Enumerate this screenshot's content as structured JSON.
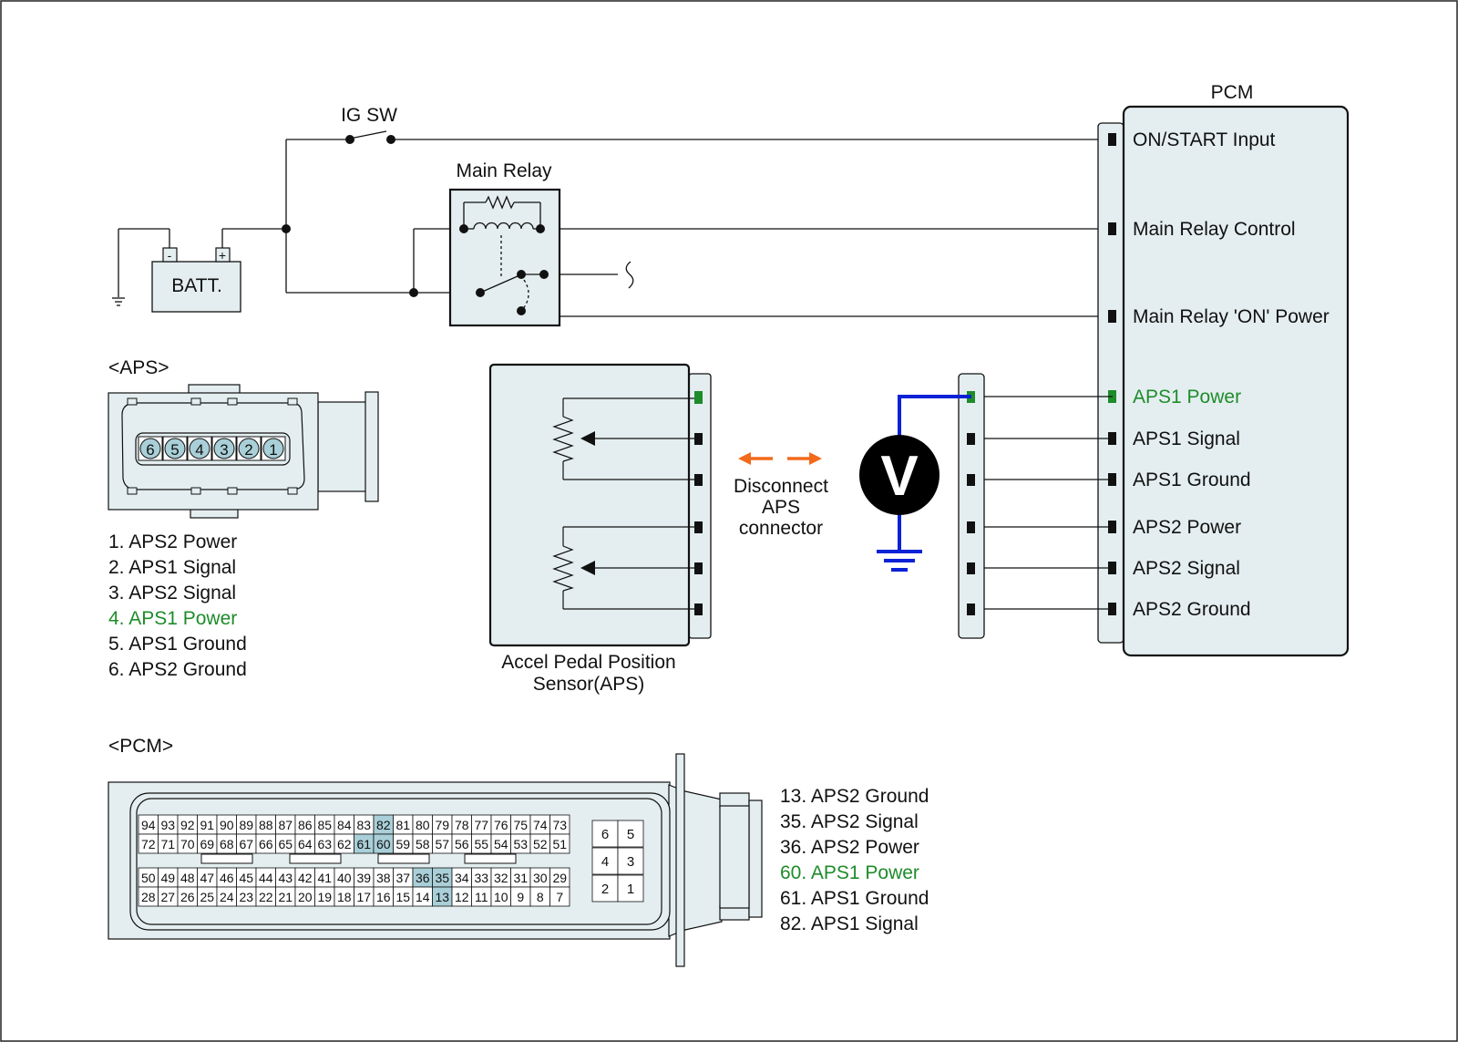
{
  "colors": {
    "line": "#111111",
    "panel": "#e4eef0",
    "pin_highlight": "#a9cfd8",
    "green": "#1e8c2a",
    "blue": "#0a22d6",
    "orange": "#f26a1b"
  },
  "power": {
    "ig_sw": "IG SW",
    "battery": "BATT.",
    "battery_minus": "-",
    "battery_plus": "+",
    "main_relay": "Main Relay"
  },
  "pcm_block": {
    "title": "PCM",
    "pins": [
      {
        "label": "ON/START Input",
        "highlight": false
      },
      {
        "label": "Main Relay Control",
        "highlight": false
      },
      {
        "label": "Main Relay 'ON' Power",
        "highlight": false
      },
      {
        "label": "APS1 Power",
        "highlight": true
      },
      {
        "label": "APS1 Signal",
        "highlight": false
      },
      {
        "label": "APS1 Ground",
        "highlight": false
      },
      {
        "label": "APS2 Power",
        "highlight": false
      },
      {
        "label": "APS2 Signal",
        "highlight": false
      },
      {
        "label": "APS2 Ground",
        "highlight": false
      }
    ]
  },
  "aps_connector": {
    "title": "<APS>",
    "pins": [
      "6",
      "5",
      "4",
      "3",
      "2",
      "1"
    ],
    "legend": [
      {
        "text": "1. APS2 Power",
        "highlight": false
      },
      {
        "text": "2. APS1 Signal",
        "highlight": false
      },
      {
        "text": "3. APS2 Signal",
        "highlight": false
      },
      {
        "text": "4. APS1 Power",
        "highlight": true
      },
      {
        "text": "5. APS1 Ground",
        "highlight": false
      },
      {
        "text": "6. APS2 Ground",
        "highlight": false
      }
    ]
  },
  "sensor": {
    "caption_line1": "Accel Pedal Position",
    "caption_line2": "Sensor(APS)"
  },
  "disconnect": {
    "line1": "Disconnect",
    "line2": "APS",
    "line3": "connector"
  },
  "meter": {
    "symbol": "V"
  },
  "pcm_connector": {
    "title": "<PCM>",
    "rows": [
      [
        "94",
        "93",
        "92",
        "91",
        "90",
        "89",
        "88",
        "87",
        "86",
        "85",
        "84",
        "83",
        "82",
        "81",
        "80",
        "79",
        "78",
        "77",
        "76",
        "75",
        "74",
        "73"
      ],
      [
        "72",
        "71",
        "70",
        "69",
        "68",
        "67",
        "66",
        "65",
        "64",
        "63",
        "62",
        "61",
        "60",
        "59",
        "58",
        "57",
        "56",
        "55",
        "54",
        "53",
        "52",
        "51"
      ],
      [
        "50",
        "49",
        "48",
        "47",
        "46",
        "45",
        "44",
        "43",
        "42",
        "41",
        "40",
        "39",
        "38",
        "37",
        "36",
        "35",
        "34",
        "33",
        "32",
        "31",
        "30",
        "29"
      ],
      [
        "28",
        "27",
        "26",
        "25",
        "24",
        "23",
        "22",
        "21",
        "20",
        "19",
        "18",
        "17",
        "16",
        "15",
        "14",
        "13",
        "12",
        "11",
        "10",
        "9",
        "8",
        "7"
      ]
    ],
    "small_rows": [
      [
        "6",
        "5"
      ],
      [
        "4",
        "3"
      ],
      [
        "2",
        "1"
      ]
    ],
    "highlighted_pins": [
      "82",
      "61",
      "60",
      "36",
      "35",
      "13"
    ],
    "legend": [
      {
        "text": "13. APS2 Ground",
        "highlight": false
      },
      {
        "text": "35. APS2 Signal",
        "highlight": false
      },
      {
        "text": "36. APS2 Power",
        "highlight": false
      },
      {
        "text": "60. APS1 Power",
        "highlight": true
      },
      {
        "text": "61. APS1 Ground",
        "highlight": false
      },
      {
        "text": "82. APS1 Signal",
        "highlight": false
      }
    ]
  }
}
